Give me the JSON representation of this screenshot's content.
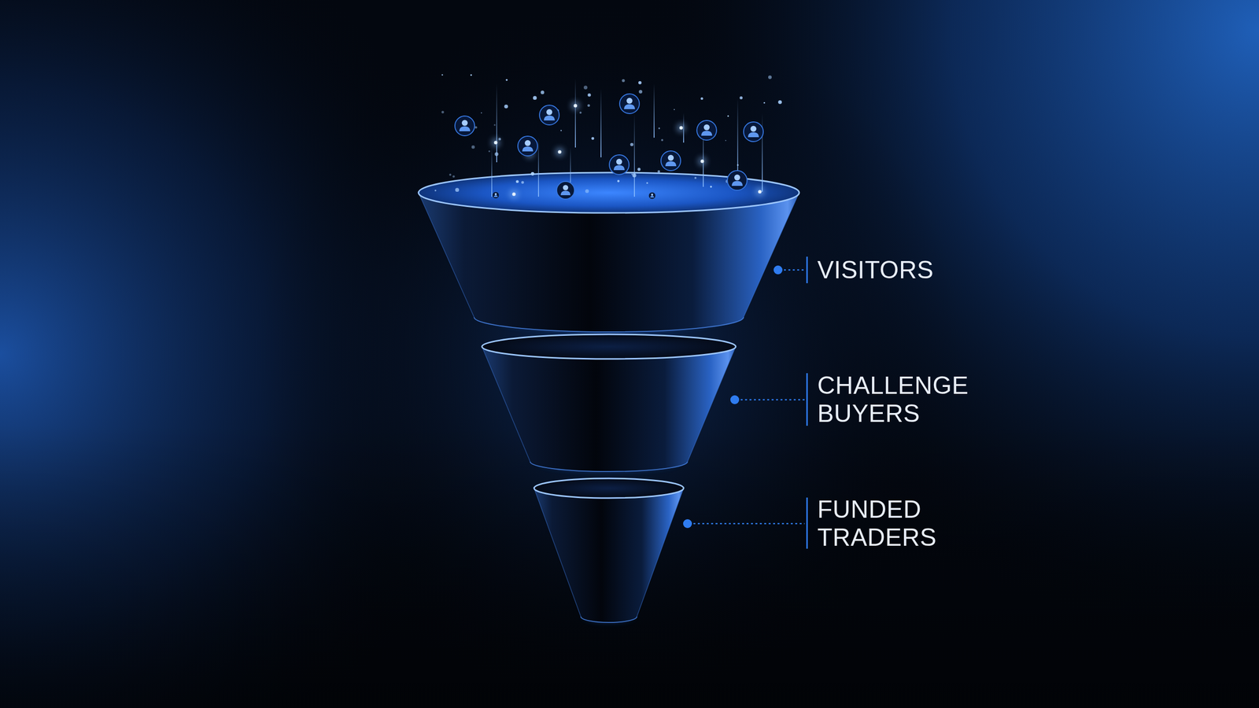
{
  "diagram": {
    "labels": [
      "VISITORS",
      "CHALLENGE BUYERS",
      "FUNDED TRADERS"
    ]
  }
}
